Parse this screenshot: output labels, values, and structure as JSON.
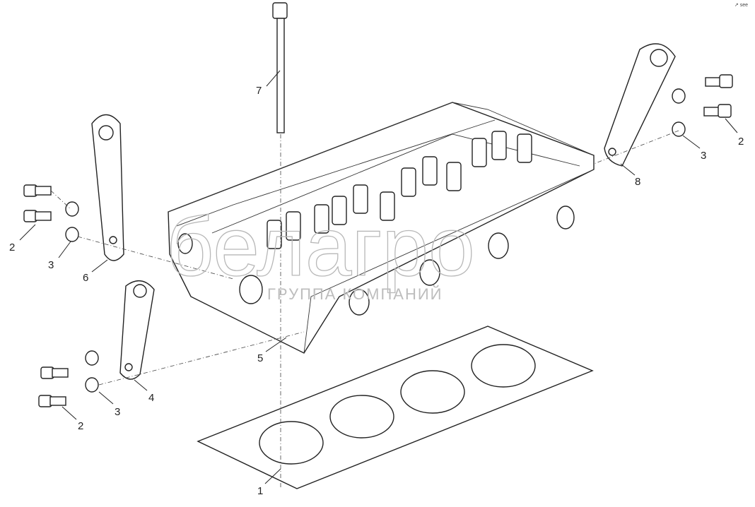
{
  "corner_mark": "↗ see",
  "watermark": {
    "brand": "белагро",
    "subtitle": "ГРУППА КОМПАНИЙ"
  },
  "callouts": {
    "c1": "1",
    "c2a": "2",
    "c2b": "2",
    "c2c": "2",
    "c3a": "3",
    "c3b": "3",
    "c3c": "3",
    "c4": "4",
    "c5": "5",
    "c6": "6",
    "c7": "7",
    "c8": "8"
  }
}
